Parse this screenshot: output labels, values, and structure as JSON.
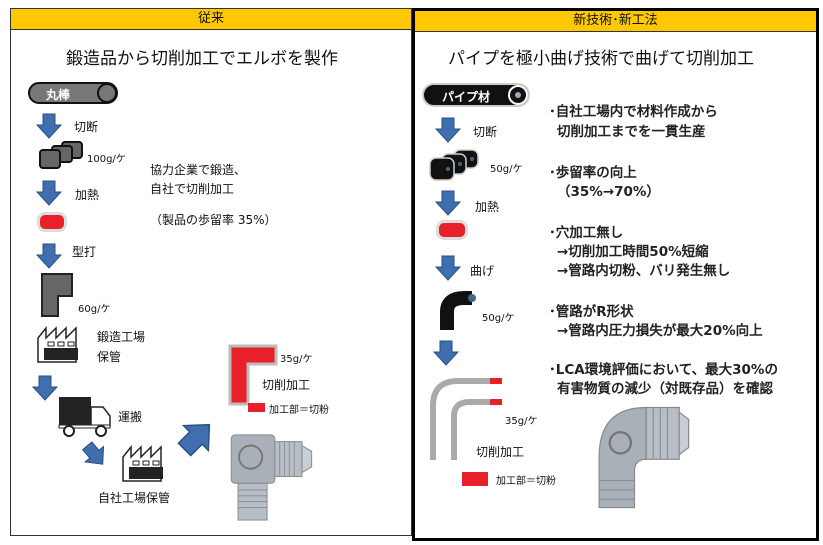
{
  "left": {
    "header": "従来",
    "title": "鍛造品から切削加工でエルボを製作",
    "material": "丸棒",
    "steps": {
      "cut": "切断",
      "cut_weight": "100g/ケ",
      "heat": "加熱",
      "forge": "型打",
      "forge_weight": "60g/ケ",
      "forge_factory": "鍛造工場",
      "storage": "保管",
      "transport": "運搬",
      "own_storage": "自社工場保管"
    },
    "note": [
      "協力企業で鍛造、",
      "自社で切削加工",
      "（製品の歩留率 35%）"
    ],
    "machining": "切削加工",
    "final_weight": "35g/ケ",
    "legend": "加工部＝切粉"
  },
  "right": {
    "header": "新技術･新工法",
    "title": "パイプを極小曲げ技術で曲げて切削加工",
    "material": "パイプ材",
    "steps": {
      "cut": "切断",
      "cut_weight": "50g/ケ",
      "heat": "加熱",
      "bend": "曲げ",
      "bend_weight": "50g/ケ"
    },
    "machining": "切削加工",
    "final_weight": "35g/ケ",
    "legend": "加工部＝切粉",
    "bullets": [
      [
        "･自社工場内で材料作成から",
        "切削加工までを一貫生産"
      ],
      [
        "･歩留率の向上",
        "（35%→70%）"
      ],
      [
        "･穴加工無し",
        "→切削加工時間50%短縮",
        "→管路内切粉、バリ発生無し"
      ],
      [
        "･管路がR形状",
        "→管路内圧力損失が最大20%向上"
      ],
      [
        "･LCA環境評価において、最大30%の",
        "有害物質の減少（対既存品）を確認"
      ]
    ]
  },
  "colors": {
    "header": "#ffc800",
    "arrow": "#3f6fae",
    "cut_red": "#e8202a"
  }
}
